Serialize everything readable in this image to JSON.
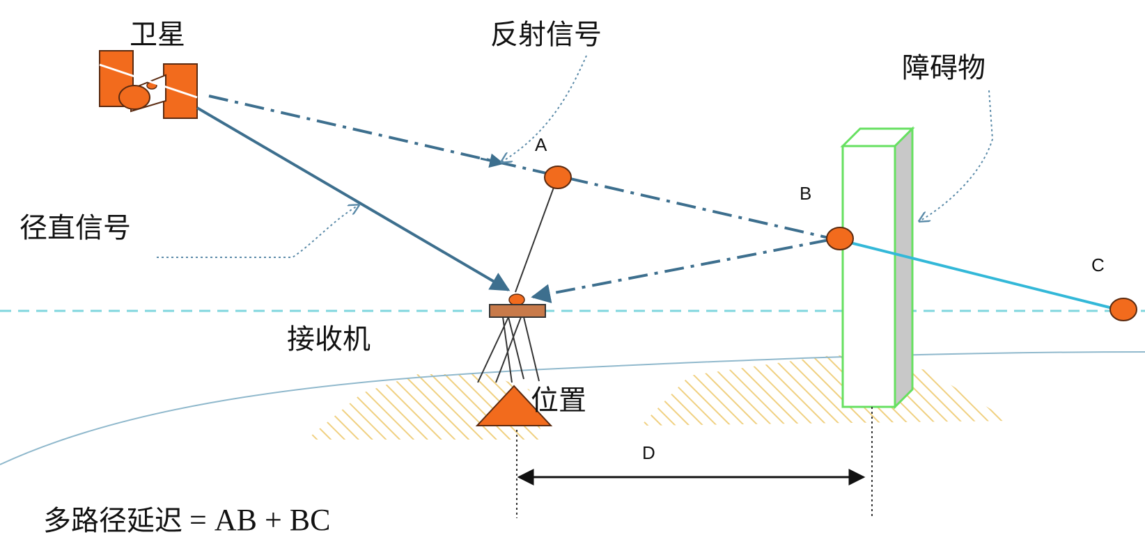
{
  "labels": {
    "satellite": "卫星",
    "reflected_signal": "反射信号",
    "obstacle": "障碍物",
    "direct_signal": "径直信号",
    "receiver": "接收机",
    "position": "位置",
    "point_a": "A",
    "point_b": "B",
    "point_c": "C",
    "distance": "D",
    "multipath_prefix": "多路径延迟",
    "multipath_expr": "= AB + BC"
  },
  "colors": {
    "satellite_orange": "#f26b1d",
    "direct_signal": "#3d6f8e",
    "reflected_signal": "#3d6f8e",
    "horizon_dashed": "#7fd6de",
    "bc_segment": "#33b8d8",
    "obstacle_outline": "#66e060",
    "obstacle_side": "#c8c8c8",
    "ground_hatch": "#f0d080",
    "earth_curve": "#8fb8cc",
    "receiver_plate": "#c87a4a"
  }
}
